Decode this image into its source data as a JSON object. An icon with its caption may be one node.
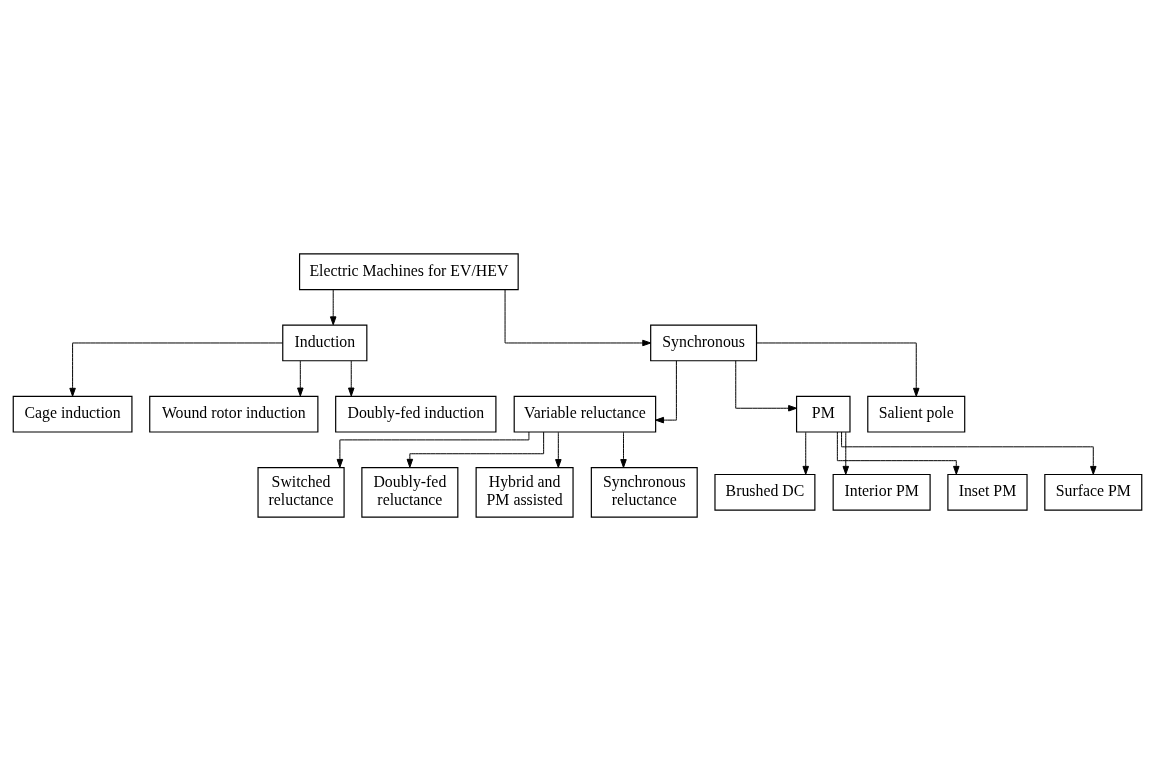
{
  "diagram": {
    "nodes": [
      {
        "text": [
          "Electric Machines for EV/HEV"
        ]
      },
      {
        "text": [
          "Induction"
        ]
      },
      {
        "text": [
          "Synchronous"
        ]
      },
      {
        "text": [
          "Cage induction"
        ]
      },
      {
        "text": [
          "Wound rotor induction"
        ]
      },
      {
        "text": [
          "Doubly-fed induction"
        ]
      },
      {
        "text": [
          "Variable reluctance"
        ]
      },
      {
        "text": [
          "PM"
        ]
      },
      {
        "text": [
          "Salient pole"
        ]
      },
      {
        "text": [
          "Switched reluctance"
        ]
      },
      {
        "text": [
          "Doubly-fed reluctance"
        ]
      },
      {
        "text": [
          "Hybrid and PM assisted"
        ]
      },
      {
        "text": [
          "Synchronous reluctance"
        ]
      },
      {
        "text": [
          "Brushed DC"
        ]
      },
      {
        "text": [
          "Interior PM"
        ]
      },
      {
        "text": [
          "Inset PM"
        ]
      },
      {
        "text": [
          "Surface PM"
        ]
      }
    ],
    "edges": [
      {
        "from": 0,
        "to": 1,
        "arrow": "to"
      },
      {
        "from": 0,
        "to": 2,
        "arrow": "to"
      },
      {
        "from": 1,
        "to": 3,
        "arrow": "to"
      },
      {
        "from": 1,
        "to": 4,
        "arrow": "to"
      },
      {
        "from": 1,
        "to": 5,
        "arrow": "to"
      },
      {
        "from": 2,
        "to": 6,
        "arrow": "to"
      },
      {
        "from": 2,
        "to": 7,
        "arrow": "to"
      },
      {
        "from": 2,
        "to": 8,
        "arrow": "to"
      },
      {
        "from": 6,
        "to": 9,
        "arrow": "to"
      },
      {
        "from": 6,
        "to": 10,
        "arrow": "to"
      },
      {
        "from": 6,
        "to": 11,
        "arrow": "to"
      },
      {
        "from": 6,
        "to": 12,
        "arrow": "to"
      },
      {
        "from": 7,
        "to": 13,
        "arrow": "to"
      },
      {
        "from": 7,
        "to": 14,
        "arrow": "to"
      },
      {
        "from": 7,
        "to": 15,
        "arrow": "to"
      },
      {
        "from": 7,
        "to": 16,
        "arrow": "to"
      }
    ]
  }
}
